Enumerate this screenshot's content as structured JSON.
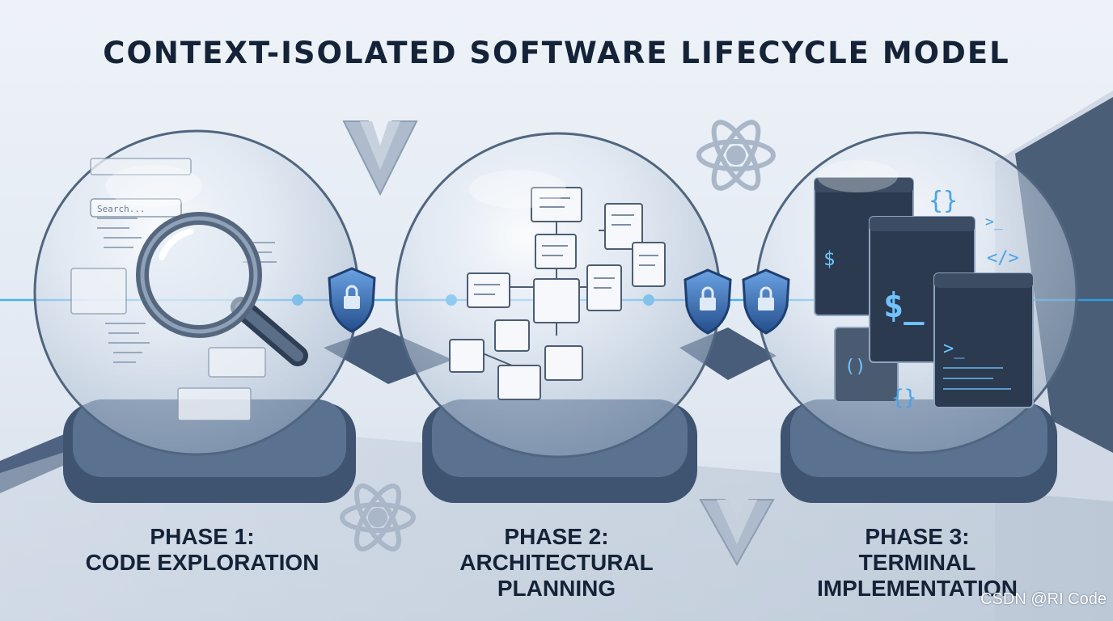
{
  "title": "CONTEXT-ISOLATED SOFTWARE LIFECYCLE MODEL",
  "phases": [
    {
      "id": "exploration",
      "line1": "PHASE 1:",
      "line2": "CODE EXPLORATION",
      "search_placeholder": "Search..."
    },
    {
      "id": "planning",
      "line1": "PHASE 2:",
      "line2": "ARCHITECTURAL",
      "line3": "PLANNING"
    },
    {
      "id": "implementation",
      "line1": "PHASE 3:",
      "line2": "TERMINAL",
      "line3": "IMPLEMENTATION",
      "glyphs": {
        "dollar_prompt": "$_",
        "dollar": "$",
        "shell_prompt": ">_",
        "braces": "{}",
        "tag": "</>",
        "parens": "()"
      }
    }
  ],
  "watermark": "CSDN @RI Code",
  "colors": {
    "background": "#e7edf5",
    "title_text": "#142338",
    "pedestal": "#3e5470",
    "pedestal_top": "#5a7190",
    "connector_line": "#2aa8f0",
    "shield": "#3d67a6",
    "terminal_window": "#2b3a4f",
    "decor_logo": "#a9b7c9"
  },
  "icons": [
    "magnifying-glass-icon",
    "shield-lock-icon",
    "atom-icon",
    "v-logo-icon",
    "terminal-window-icon",
    "folder-icon",
    "document-icon"
  ]
}
